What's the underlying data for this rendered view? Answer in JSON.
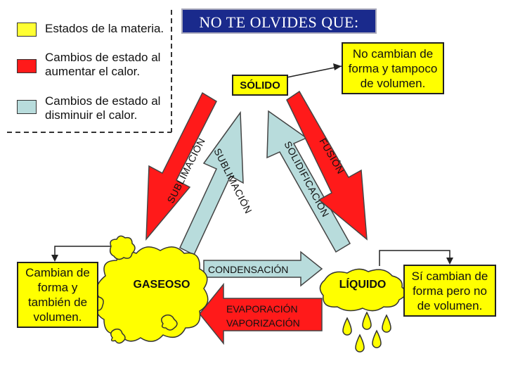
{
  "title": "NO TE OLVIDES QUE:",
  "legend": [
    {
      "color": "#ffff33",
      "text": "Estados de la materia."
    },
    {
      "color": "#ff1a1a",
      "text": "Cambios de estado al aumentar el calor.",
      "lines": [
        "Cambios de estado al",
        "aumentar el calor."
      ]
    },
    {
      "color": "#b8dcdc",
      "text": "Cambios de estado al disminuir el calor.",
      "lines": [
        "Cambios de estado al",
        "disminuir el calor."
      ]
    }
  ],
  "states": {
    "solid": "SÓLIDO",
    "gas": "GASEOSO",
    "liquid": "LÍQUIDO"
  },
  "processes": {
    "sublimacion_red": "SUBLIMACIÓN",
    "sublimacion_blue": "SUBLIMACIÓN",
    "solidificacion": "SOLIDIFICACIÓN",
    "fusion": "FUSIÓN",
    "condensacion": "CONDENSACIÓN",
    "evaporacion": "EVAPORACIÓN",
    "vaporizacion": "VAPORIZACIÓN"
  },
  "notes": {
    "solid": [
      "No cambian de",
      "forma y tampoco",
      "de volumen."
    ],
    "gas": [
      "Cambian de",
      "forma y",
      "también de",
      "volumen."
    ],
    "liquid": [
      "Sí cambian de",
      "forma pero no",
      "de volumen."
    ]
  },
  "colors": {
    "state": "#ffff00",
    "heat_up": "#ff1a1a",
    "cool_down": "#b8dcdc",
    "title_bg": "#1a2a8c"
  }
}
